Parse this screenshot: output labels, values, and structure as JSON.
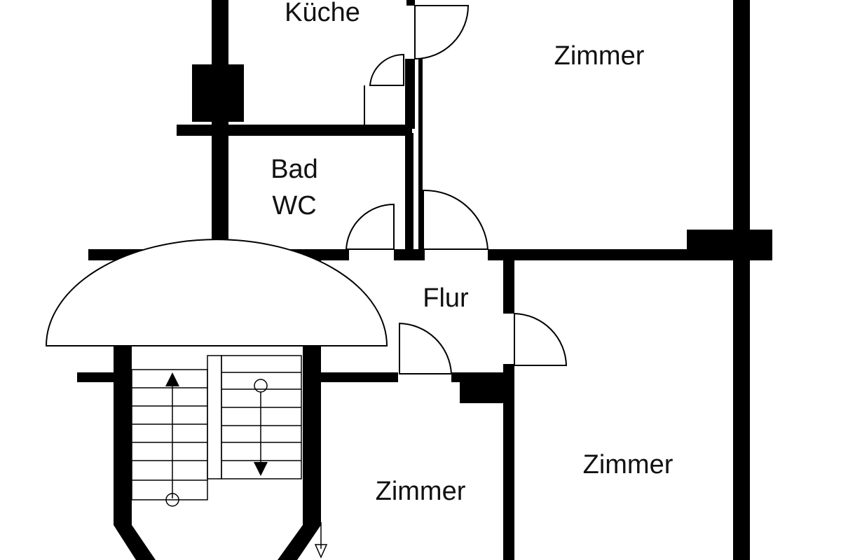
{
  "floorplan": {
    "rooms": {
      "kitchen": "Küche",
      "room_top_right": "Zimmer",
      "bath_line1": "Bad",
      "bath_line2": "WC",
      "hall": "Flur",
      "room_bottom_right": "Zimmer",
      "room_bottom_middle": "Zimmer"
    },
    "colors": {
      "wall": "#000000",
      "background": "#ffffff"
    }
  }
}
